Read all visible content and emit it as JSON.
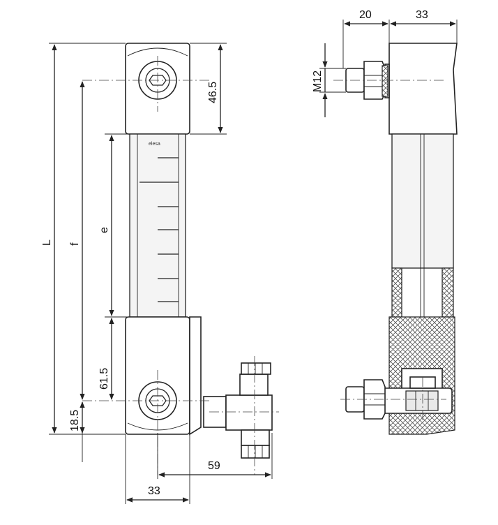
{
  "front_view": {
    "dim_L": "L",
    "dim_f": "f",
    "dim_e": "e",
    "dim_top_block": "46.5",
    "dim_lower_center": "61.5",
    "dim_bottom_offset": "18.5",
    "dim_outlet": "59",
    "dim_width": "33",
    "brand_mark": "elesa"
  },
  "side_view": {
    "dim_thread": "M12",
    "dim_depth_left": "20",
    "dim_depth_right": "33"
  }
}
